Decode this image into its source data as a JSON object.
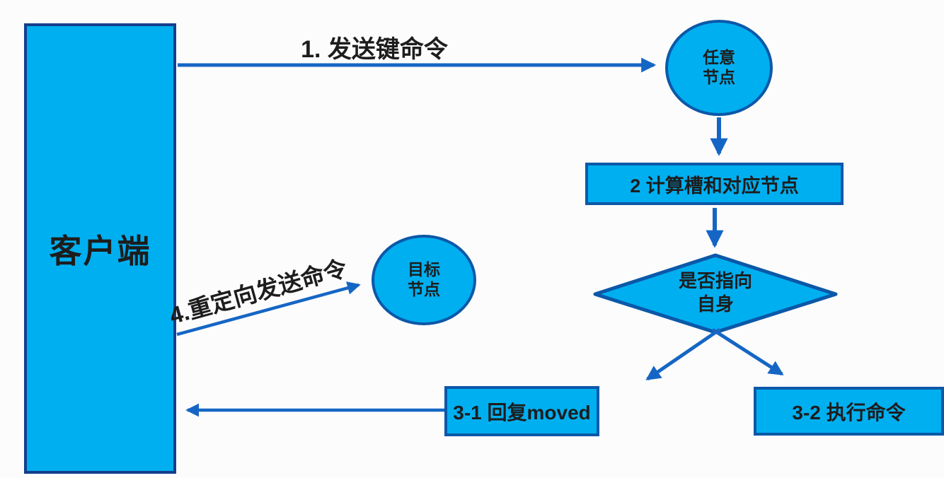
{
  "diagram": {
    "title_hint": "redis-cluster-moved-redirect-flow",
    "colors": {
      "background": "#fcfcfc",
      "node_fill": "#00aff0",
      "node_border": "#0c58a8",
      "client_border": "#143e8c",
      "arrow": "#1566c4",
      "text": "#1d1d1d"
    },
    "nodes": {
      "client": {
        "label": "客户端"
      },
      "any_node": {
        "line1": "任意",
        "line2": "节点"
      },
      "step2": {
        "label": "2 计算槽和对应节点"
      },
      "decision": {
        "line1": "是否指向",
        "line2": "自身"
      },
      "reply_moved": {
        "label": "3-1 回复moved"
      },
      "execute_command": {
        "label": "3-2 执行命令"
      },
      "target_node": {
        "line1": "目标",
        "line2": "节点"
      }
    },
    "edges": {
      "send_key_command": {
        "label": "1. 发送键命令"
      },
      "redirect_send_command": {
        "label": "4.重定向发送命令"
      }
    }
  }
}
